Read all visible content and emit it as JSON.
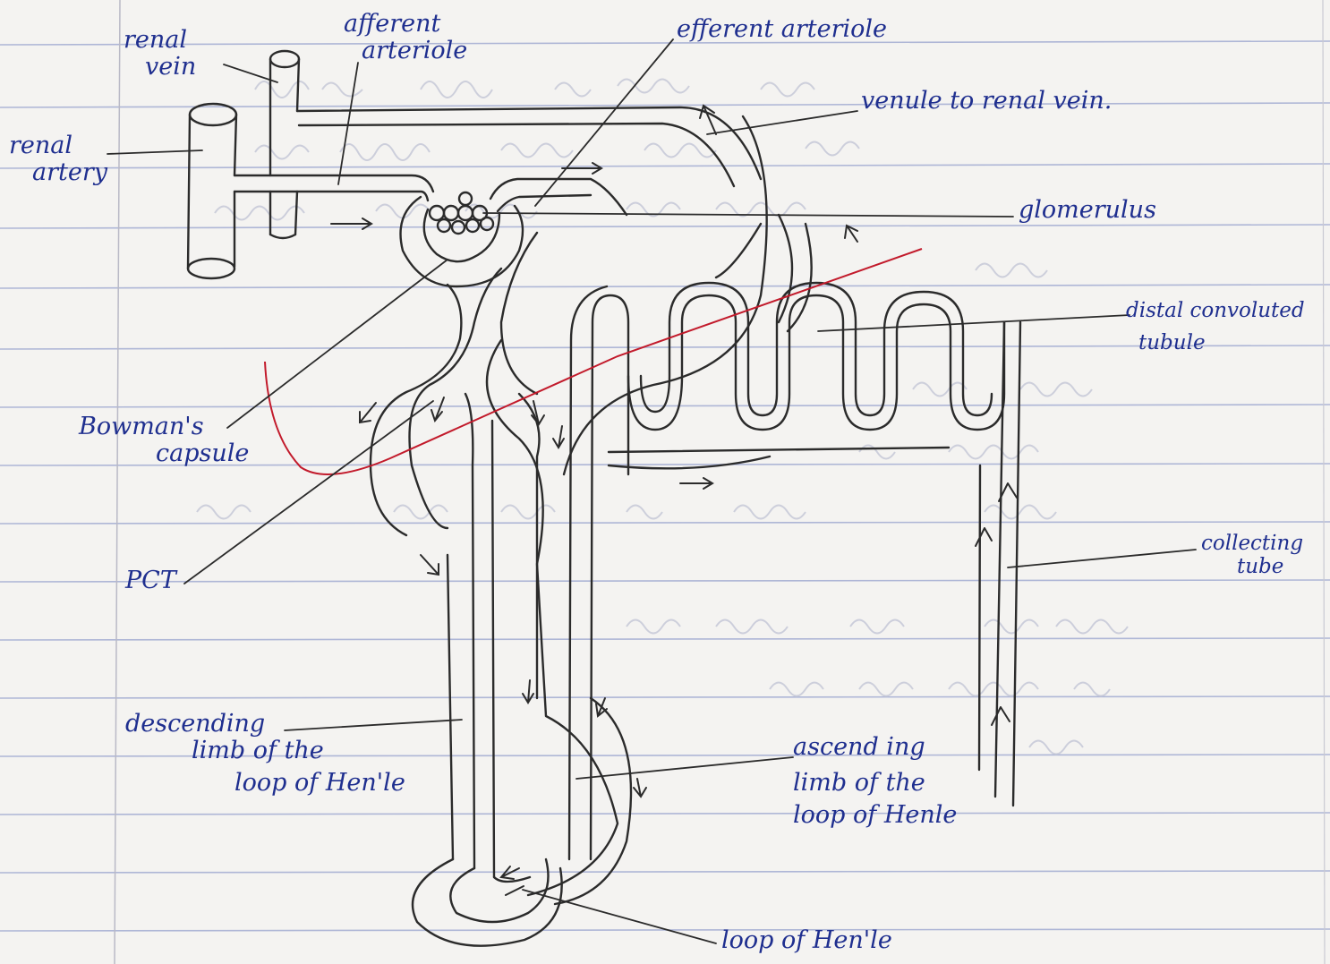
{
  "labels": {
    "renal_vein": [
      "renal",
      "vein"
    ],
    "afferent_arteriole": [
      "afferent",
      "arteriole"
    ],
    "efferent_arteriole": "efferent arteriole",
    "venule_to_renal_vein": "venule to renal vein.",
    "renal_artery": [
      "renal",
      "artery"
    ],
    "glomerulus": "glomerulus",
    "distal_convoluted_tubule": [
      "distal convoluted",
      "tubule"
    ],
    "bowmans_capsule": [
      "Bowman's",
      "capsule"
    ],
    "collecting_tube": [
      "collecting",
      "tube"
    ],
    "pct": "PCT",
    "descending_limb": [
      "descending",
      "limb of the",
      "loop of Hen'le"
    ],
    "ascending_limb": [
      "ascend ing",
      "limb of the",
      "loop of Henle"
    ],
    "loop_of_henle": "loop of Hen'le"
  },
  "colors": {
    "paper": "#f4f3f1",
    "ruled_line": "#aeb6d6",
    "margin_line": "#b9b9c6",
    "pencil": "#2b2b2b",
    "ink": "#1f2f8f",
    "red_pencil": "#c21a2b",
    "bleed_through": "#c3c6d6"
  }
}
